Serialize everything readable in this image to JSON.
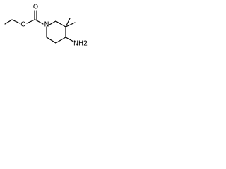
{
  "structure": {
    "atoms": {
      "ring_nitrogen": "N",
      "carbonyl_oxygen": "O",
      "ester_oxygen": "O",
      "amine": "NH2"
    },
    "colors": {
      "bond": "#000000",
      "label": "#000000",
      "background": "#ffffff"
    }
  }
}
